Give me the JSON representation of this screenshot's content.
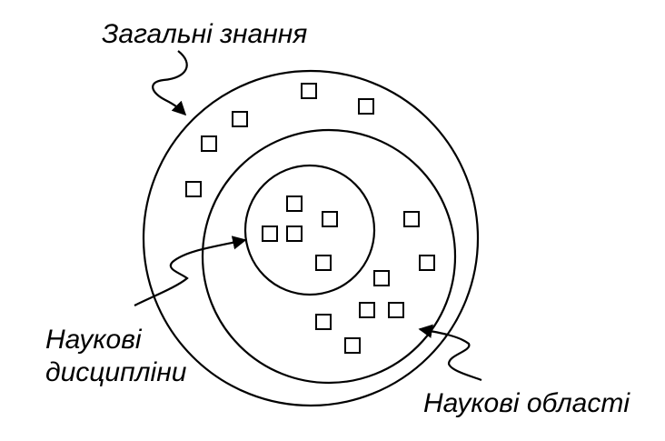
{
  "labels": {
    "general_knowledge": "Загальні знання",
    "scientific_disciplines_line1": "Наукові",
    "scientific_disciplines_line2": "дисципліни",
    "scientific_areas": "Наукові області"
  },
  "colors": {
    "ink": "#000000",
    "background": "#ffffff"
  }
}
